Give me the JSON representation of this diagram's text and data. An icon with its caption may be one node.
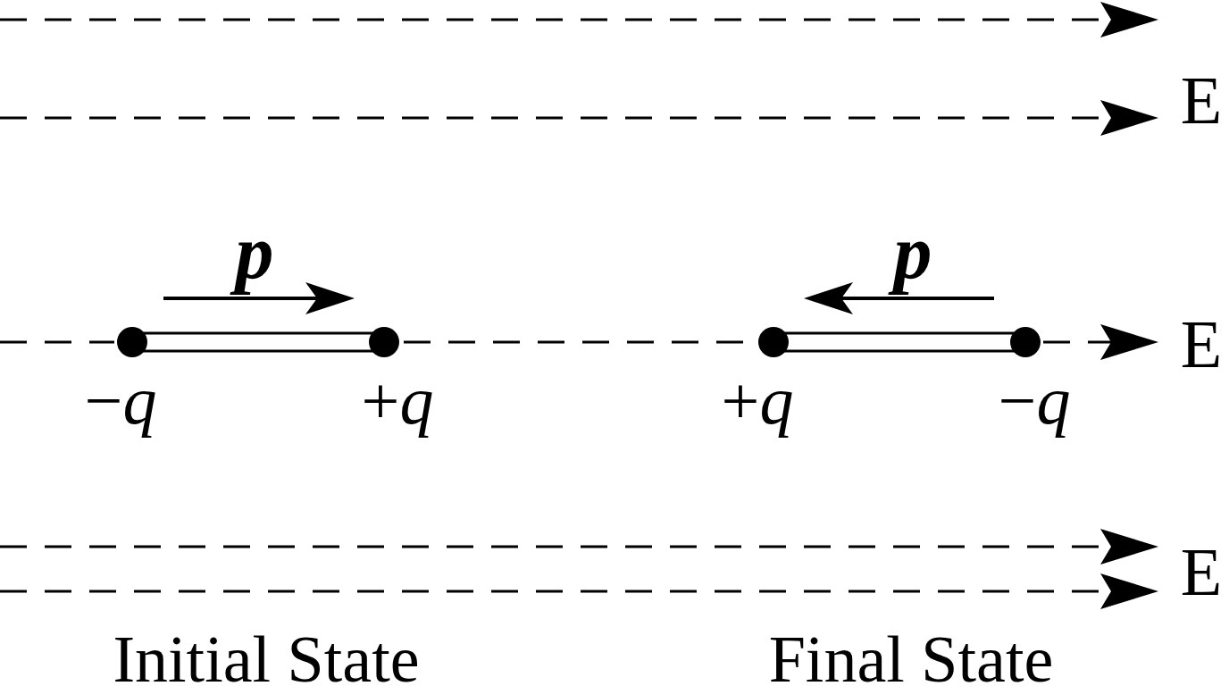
{
  "diagram": {
    "labels": [
      "E",
      "p",
      "p",
      "E",
      "−*q*",
      "+*q*",
      "+*q*",
      "−*q*",
      "E",
      "Initial State",
      "Final State"
    ]
  }
}
